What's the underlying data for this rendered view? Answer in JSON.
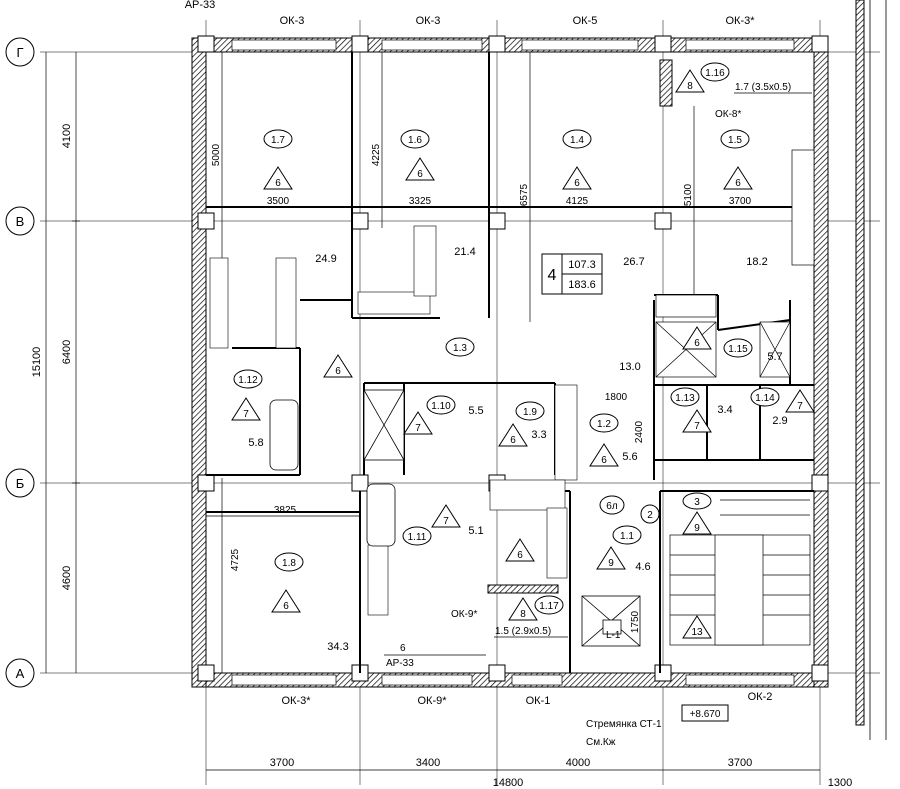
{
  "axes": {
    "g": "Г",
    "v": "В",
    "b": "Б",
    "a": "А"
  },
  "top_ref": "АР-33",
  "windows_top": [
    "ОК-3",
    "ОК-3",
    "ОК-5",
    "ОК-3*"
  ],
  "windows_bottom": [
    "ОК-3*",
    "ОК-9*",
    "ОК-1",
    "ОК-2"
  ],
  "window_ok8": "ОК-8*",
  "window_ok9": "ОК-9*",
  "left_dims": {
    "d1": "4100",
    "d2": "6400",
    "d3": "4600",
    "total": "15100"
  },
  "bottom_dims": {
    "d1": "3700",
    "d2": "3400",
    "d3": "4000",
    "d4": "3700",
    "total": "14800",
    "extra": "1300"
  },
  "rooms": [
    {
      "id": "1.7",
      "code": "6"
    },
    {
      "id": "1.6",
      "code": "6"
    },
    {
      "id": "1.4",
      "code": "6"
    },
    {
      "id": "1.5",
      "code": "6"
    },
    {
      "id": "1.16",
      "code": "8"
    },
    {
      "id": "1.3",
      "code": "6"
    },
    {
      "id": "1.12",
      "code": "7"
    },
    {
      "id": "1.10",
      "code": "7"
    },
    {
      "id": "1.9",
      "code": "6"
    },
    {
      "id": "1.2",
      "code": "6"
    },
    {
      "id": "1.15",
      "code": "6"
    },
    {
      "id": "1.13",
      "code": "7"
    },
    {
      "id": "1.14",
      "code": "7"
    },
    {
      "id": "1.11",
      "code": "7"
    },
    {
      "id": "1.8",
      "code": "6"
    },
    {
      "id": "1.1",
      "code": "9"
    },
    {
      "id": "1.17",
      "code": "8"
    }
  ],
  "areas": {
    "a249": "24.9",
    "a214": "21.4",
    "a267": "26.7",
    "a182": "18.2",
    "a130": "13.0",
    "a58": "5.8",
    "a55": "5.5",
    "a33": "3.3",
    "a56": "5.6",
    "a57": "5.7",
    "a34": "3.4",
    "a29": "2.9",
    "a51": "5.1",
    "a46": "4.6",
    "a343": "34.3"
  },
  "inner_dims": {
    "w3500": "3500",
    "w3325": "3325",
    "w4125": "4125",
    "w3700": "3700",
    "h5000": "5000",
    "h4225": "4225",
    "h6575": "6575",
    "h5100": "5100",
    "w3825": "3825",
    "h4725": "4725",
    "w1800": "1800",
    "h2400": "2400",
    "h1750": "1750"
  },
  "apartment": {
    "num": "4",
    "area1": "107.3",
    "area2": "183.6"
  },
  "notes": {
    "ok16": "1.7 (3.5х0.5)",
    "ok17": "1.5 (2.9х0.5)",
    "ref6": "6",
    "ar33": "АР-33",
    "elev": "+8.670",
    "ladder": "Стремянка СТ-1",
    "seekj": "См.Кж",
    "lift": "L-1",
    "c6l": "6л",
    "c2": "2",
    "c3": "3",
    "c9": "9",
    "c13": "13"
  }
}
